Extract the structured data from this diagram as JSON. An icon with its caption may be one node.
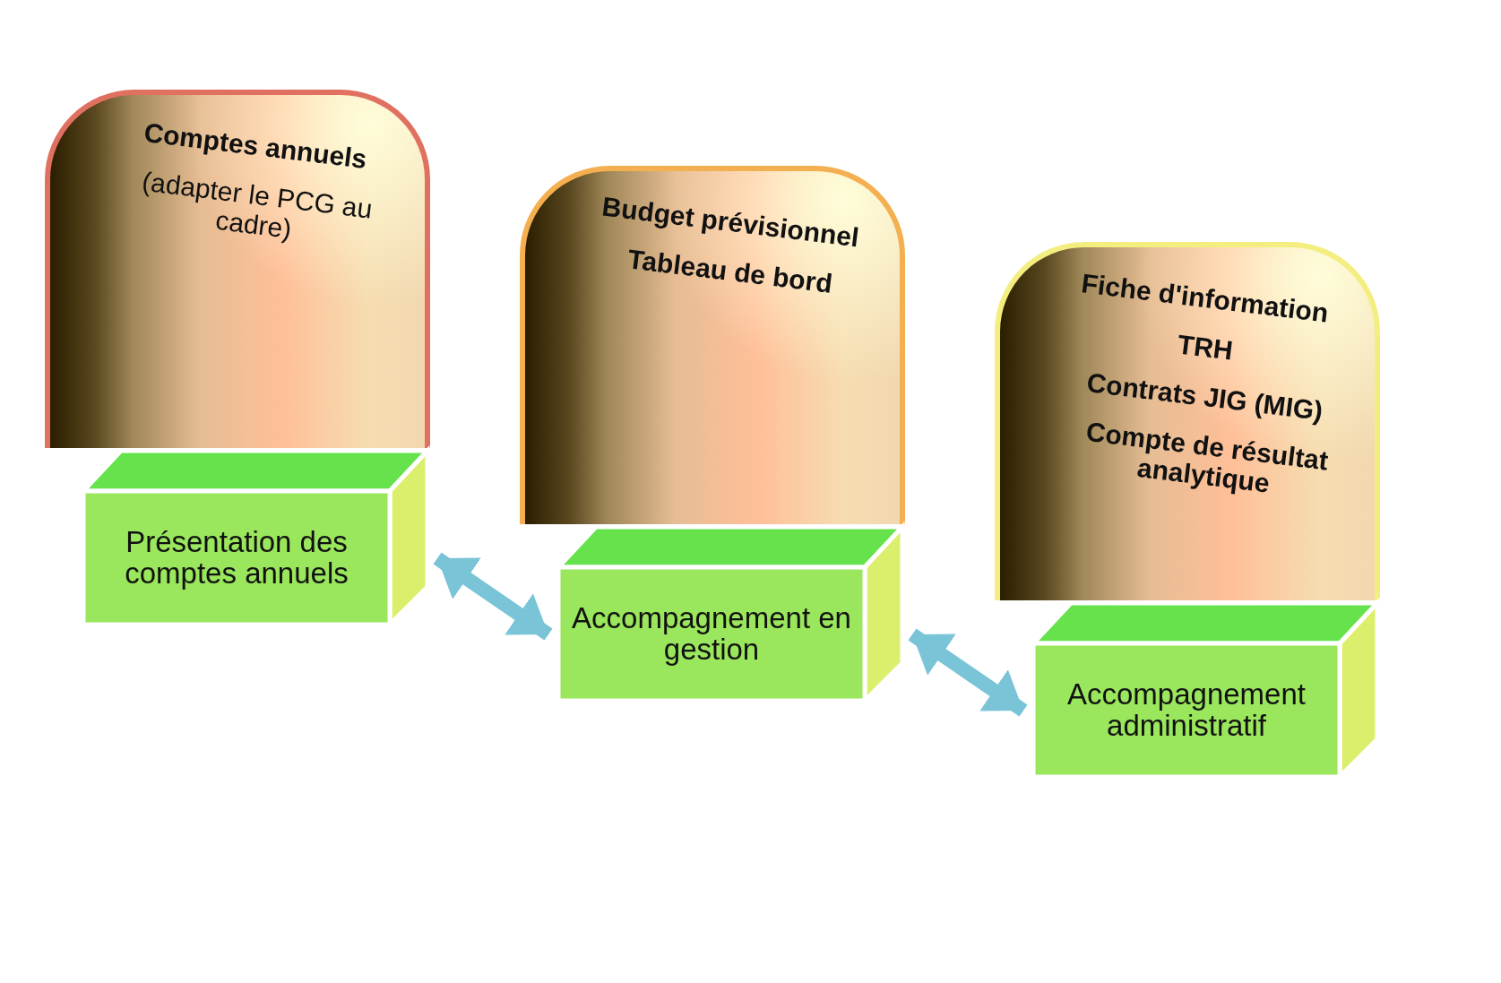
{
  "diagram": {
    "nodes": [
      {
        "text": [
          "Comptes annuels",
          "(adapter le PCG au cadre)"
        ]
      },
      {
        "text": [
          "Présentation des comptes annuels"
        ]
      },
      {
        "text": [
          "Budget prévisionnel",
          "Tableau de bord"
        ]
      },
      {
        "text": [
          "Accompagnement en gestion"
        ]
      },
      {
        "text": [
          "Fiche d'information",
          "TRH",
          "Contrats JIG (MIG)",
          "Compte de résultat analytique"
        ]
      },
      {
        "text": [
          "Accompagnement administratif"
        ]
      }
    ],
    "edges": [
      {
        "from": 1,
        "to": 3,
        "arrow": "both"
      },
      {
        "from": 3,
        "to": 5,
        "arrow": "both"
      }
    ]
  }
}
